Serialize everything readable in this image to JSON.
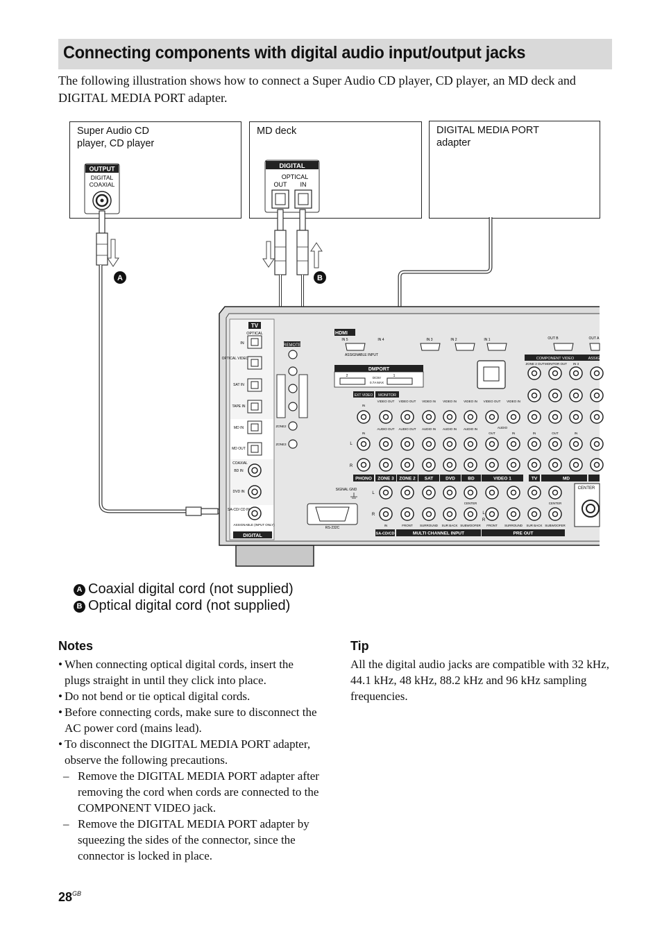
{
  "heading": "Connecting components with digital audio input/output jacks",
  "intro": "The following illustration shows how to connect a Super Audio CD player, CD player, an MD deck and DIGITAL MEDIA PORT adapter.",
  "components": {
    "sacd": {
      "label_line1": "Super Audio CD",
      "label_line2": "player, CD player",
      "panel_title": "OUTPUT",
      "jack_label_1": "DIGITAL",
      "jack_label_2": "COAXIAL"
    },
    "md": {
      "label": "MD deck",
      "panel_title": "DIGITAL",
      "jack_group": "OPTICAL",
      "out_label": "OUT",
      "in_label": "IN"
    },
    "dmport": {
      "label_line1": "DIGITAL MEDIA PORT",
      "label_line2": "adapter"
    }
  },
  "callouts": {
    "a": "A",
    "b": "B"
  },
  "receiver": {
    "tv": "TV",
    "optical": "OPTICAL",
    "in": "IN",
    "optical_video1": "OPTICAL VIDEO 1 IN",
    "sat_in": "SAT IN",
    "tape_in": "TAPE IN",
    "md_in": "MD IN",
    "md_out": "MD OUT",
    "coaxial": "COAXIAL",
    "bd_in": "BD IN",
    "dvd_in": "DVD IN",
    "sacd_in": "SA-CD/ CD IN",
    "assignable": "ASSIGNABLE (INPUT ONLY)",
    "digital": "DIGITAL",
    "remote": "REMOTE",
    "zone2": "ZONE2",
    "zone3": "ZONE3",
    "hdmi": "HDMI",
    "in5": "IN 5",
    "in4": "IN 4",
    "in3": "IN 3",
    "in2": "IN 2",
    "in1": "IN 1",
    "assignable_input": "ASSIGNABLE INPUT",
    "out_b": "OUT B",
    "out_a": "OUT A",
    "dmport": "DMPORT",
    "dc": "DC5V",
    "max": "0.7A MAX",
    "num1": "1",
    "num2": "2",
    "component_video": "COMPONENT VIDEO",
    "assign": "ASSIGN",
    "ext_video": "EXT VIDEO",
    "monitor": "MONITOR",
    "video_out": "VIDEO OUT",
    "video_in": "VIDEO IN",
    "audio_out": "AUDIO OUT",
    "audio_in": "AUDIO IN",
    "audio": "AUDIO",
    "out": "OUT",
    "zone2_out": "ZONE 2 OUT",
    "monitor_out": "MONITOR OUT",
    "l": "L",
    "r": "R",
    "phono": "PHONO",
    "zone3_lbl": "ZONE 3",
    "zone2_lbl": "ZONE 2",
    "sat": "SAT",
    "dvd": "DVD",
    "bd": "BD",
    "video1": "VIDEO 1",
    "tv_lbl": "TV",
    "md": "MD",
    "signal_gnd": "SIGNAL GND",
    "rs232": "RS-232C",
    "front": "FRONT",
    "surround": "SURROUND",
    "sur_back": "SUR BACK",
    "center": "CENTER",
    "subwoofer": "SUBWOOFER",
    "sacd_cd": "SA-CD/CD",
    "multi_channel_input": "MULTI CHANNEL INPUT",
    "pre_out": "PRE OUT",
    "center_sp": "CENTER"
  },
  "legend": {
    "a": {
      "badge": "A",
      "text": "Coaxial digital cord (not supplied)"
    },
    "b": {
      "badge": "B",
      "text": "Optical digital cord (not supplied)"
    }
  },
  "notes": {
    "title": "Notes",
    "items": [
      "When connecting optical digital cords, insert the plugs straight in until they click into place.",
      "Do not bend or tie optical digital cords.",
      "Before connecting cords, make sure to disconnect the AC power cord (mains lead).",
      "To disconnect the DIGITAL MEDIA PORT adapter, observe the following precautions."
    ],
    "subitems": [
      "Remove the DIGITAL MEDIA PORT adapter after removing the cord when cords are connected to the COMPONENT VIDEO jack.",
      "Remove the DIGITAL MEDIA PORT adapter by squeezing the sides of the connector, since the connector is locked in place."
    ]
  },
  "tip": {
    "title": "Tip",
    "text": "All the digital audio jacks are compatible with 32 kHz, 44.1 kHz, 48 kHz, 88.2 kHz and 96 kHz sampling frequencies."
  },
  "page": {
    "number": "28",
    "suffix": "GB"
  }
}
